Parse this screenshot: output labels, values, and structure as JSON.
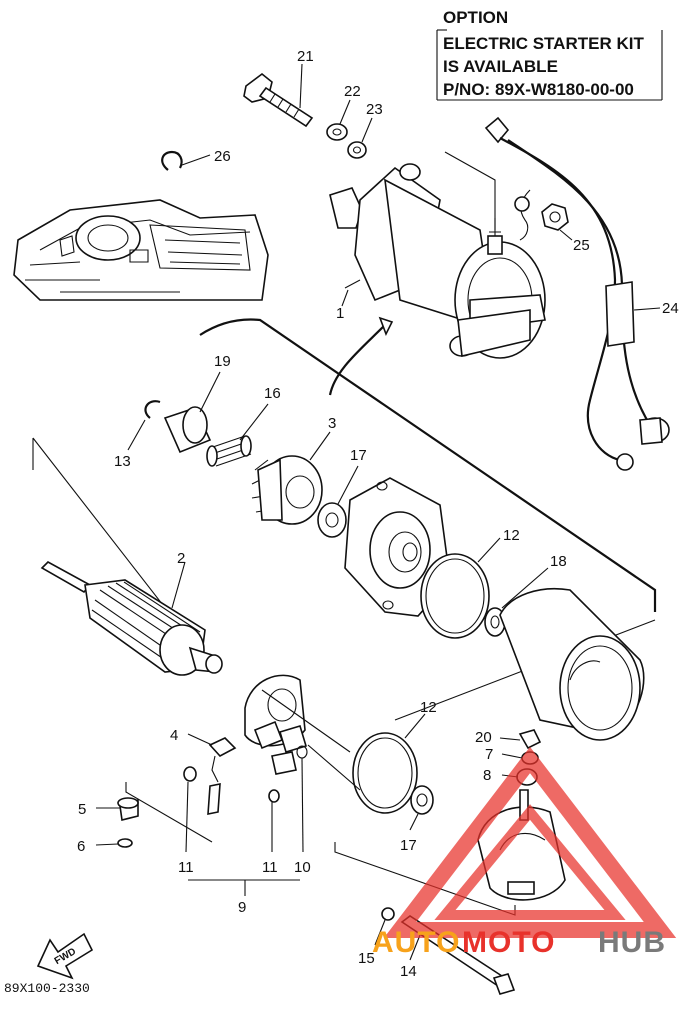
{
  "option_note": {
    "line1": "OPTION",
    "line2": "ELECTRIC STARTER KIT",
    "line3": "IS AVAILABLE",
    "line4": "P/NO: 89X-W8180-00-00"
  },
  "callouts": {
    "c21": "21",
    "c22": "22",
    "c23": "23",
    "c26": "26",
    "c25": "25",
    "c24": "24",
    "c1": "1",
    "c19": "19",
    "c16": "16",
    "c13": "13",
    "c3": "3",
    "c17a": "17",
    "c12a": "12",
    "c18": "18",
    "c2": "2",
    "c12b": "12",
    "c20": "20",
    "c4": "4",
    "c7": "7",
    "c8": "8",
    "c5": "5",
    "c6": "6",
    "c17b": "17",
    "c11a": "11",
    "c11b": "11",
    "c10": "10",
    "c9": "9",
    "c15": "15",
    "c14": "14"
  },
  "direction_label": "FWD",
  "drawing_code": "89X100-2330",
  "watermark": {
    "part_a": "AUTO",
    "part_b": "MOTO",
    "part_c": "HUB"
  },
  "colors": {
    "ink": "#111111",
    "watermark_red": "#e8322b",
    "watermark_orange": "#f7a21b",
    "watermark_gray": "#7a7a7a"
  }
}
